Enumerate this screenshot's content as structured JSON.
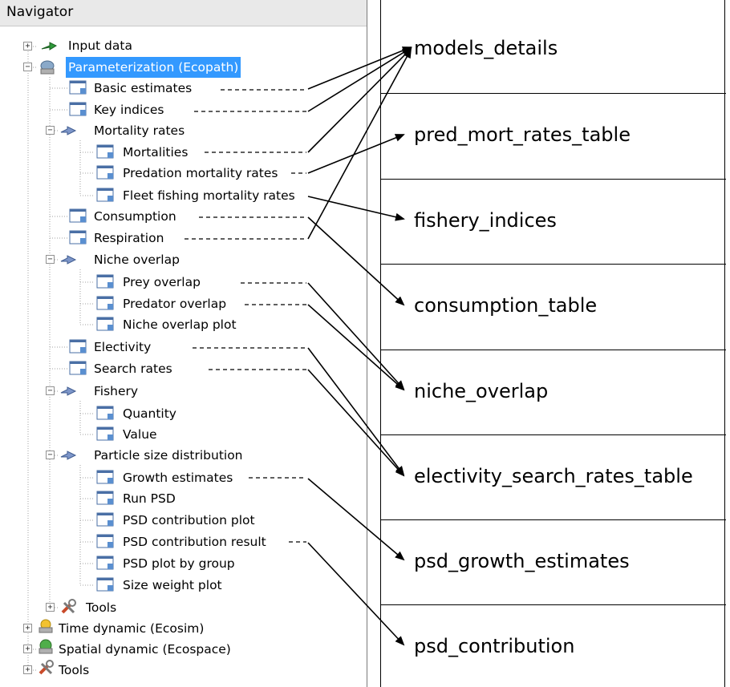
{
  "navigator": {
    "title": "Navigator",
    "items": [
      {
        "label": "Input data"
      },
      {
        "label": "Parameterization (Ecopath)"
      },
      {
        "label": "Basic estimates"
      },
      {
        "label": "Key indices"
      },
      {
        "label": "Mortality rates"
      },
      {
        "label": "Mortalities"
      },
      {
        "label": "Predation mortality rates"
      },
      {
        "label": "Fleet fishing mortality rates"
      },
      {
        "label": "Consumption"
      },
      {
        "label": "Respiration"
      },
      {
        "label": "Niche overlap"
      },
      {
        "label": "Prey overlap"
      },
      {
        "label": "Predator overlap"
      },
      {
        "label": "Niche overlap plot"
      },
      {
        "label": "Electivity"
      },
      {
        "label": "Search rates"
      },
      {
        "label": "Fishery"
      },
      {
        "label": "Quantity"
      },
      {
        "label": "Value"
      },
      {
        "label": "Particle size distribution"
      },
      {
        "label": "Growth estimates"
      },
      {
        "label": "Run PSD"
      },
      {
        "label": "PSD contribution plot"
      },
      {
        "label": "PSD contribution result"
      },
      {
        "label": "PSD plot by group"
      },
      {
        "label": "Size weight plot"
      },
      {
        "label": "Tools"
      },
      {
        "label": "Time dynamic (Ecosim)"
      },
      {
        "label": "Spatial dynamic  (Ecospace)"
      },
      {
        "label": "Tools"
      }
    ]
  },
  "outputs": [
    {
      "label": "models_details"
    },
    {
      "label": "pred_mort_rates_table"
    },
    {
      "label": "fishery_indices"
    },
    {
      "label": "consumption_table"
    },
    {
      "label": "niche_overlap"
    },
    {
      "label": "electivity_search_rates_table"
    },
    {
      "label": "psd_growth_estimates"
    },
    {
      "label": "psd_contribution"
    }
  ],
  "colors": {
    "selection": "#3399ff",
    "arrow": "#000000",
    "tree_line": "#a0a0a0"
  }
}
